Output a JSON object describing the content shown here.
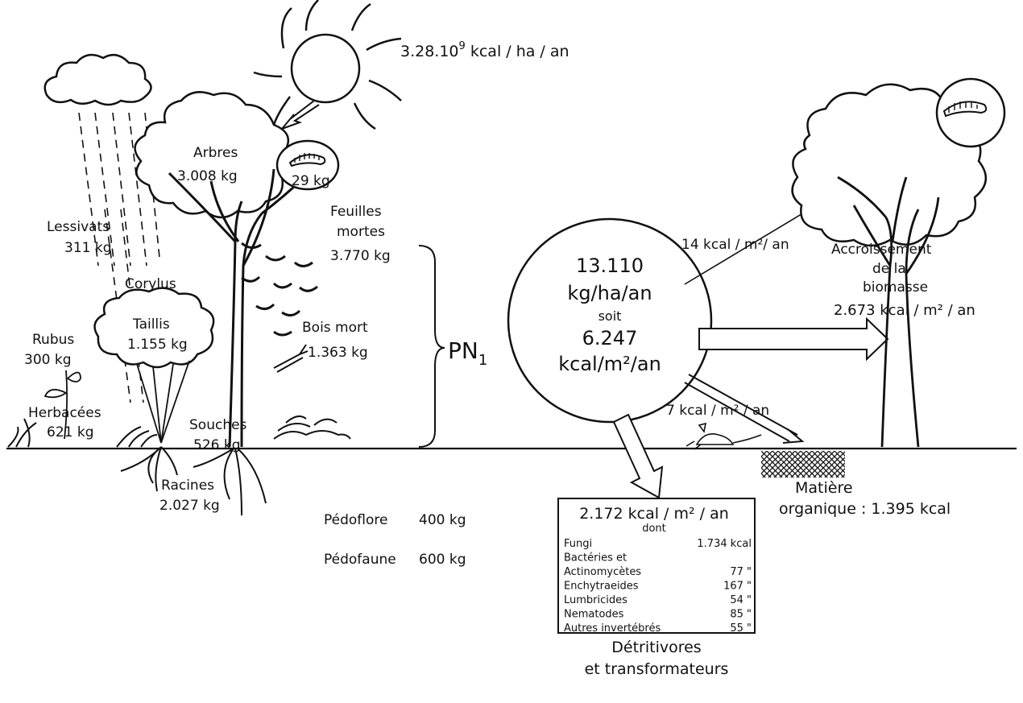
{
  "sun": {
    "energy": "3.28.10",
    "energy_exp": "9",
    "energy_unit": " kcal / ha / an"
  },
  "trees": {
    "label": "Arbres",
    "value": "3.008  kg"
  },
  "caterpillar_left": {
    "value": "29 kg"
  },
  "leaching": {
    "label": "Lessivats",
    "value": "311 kg"
  },
  "dead_leaves": {
    "label_1": "Feuilles",
    "label_2": "mortes",
    "value": "3.770  kg"
  },
  "corylus": {
    "label": "Corylus"
  },
  "coppice": {
    "label": "Taillis",
    "value": "1.155  kg"
  },
  "rubus": {
    "label": "Rubus",
    "value": "300 kg"
  },
  "herbaceous": {
    "label": "Herbacées",
    "value": "621 kg"
  },
  "dead_wood": {
    "label": "Bois mort",
    "value": "1.363  kg"
  },
  "stumps": {
    "label": "Souches",
    "value": "526 kg"
  },
  "roots": {
    "label": "Racines",
    "value": "2.027  kg"
  },
  "pedoflora": {
    "label": "Pédoflore",
    "value": "400 kg"
  },
  "pedofauna": {
    "label": "Pédofaune",
    "value": "600 kg"
  },
  "pn": {
    "label": "PN",
    "sub": "1"
  },
  "production": {
    "line_1": "13.110",
    "line_2": "kg/ha/an",
    "line_3": "soit",
    "line_4": "6.247",
    "line_5": "kcal/m²/an"
  },
  "flow_herbivores": {
    "text": "14 kcal / m²/ an"
  },
  "flow_mammals": {
    "text": "7 kcal / m² / an"
  },
  "growth": {
    "line_1": "Accroissement",
    "line_2": "de  la",
    "line_3": "biomasse",
    "line_4": "2.673  kcal / m² / an"
  },
  "organic_matter": {
    "line_1": "Matière",
    "line_2": "organique : 1.395  kcal"
  },
  "decomposers": {
    "header": "2.172  kcal / m² / an",
    "dont": "dont",
    "rows": [
      {
        "name": "Fungi",
        "value": "1.734 kcal"
      },
      {
        "name": "Bactéries   et",
        "value": ""
      },
      {
        "name": "   Actinomycètes",
        "value": "77   \""
      },
      {
        "name": "Enchytraeides",
        "value": "167   \""
      },
      {
        "name": "Lumbricides",
        "value": "54   \""
      },
      {
        "name": "Nematodes",
        "value": "85   \""
      },
      {
        "name": "Autres invertébrés",
        "value": "55   \""
      }
    ],
    "caption_1": "Détritivores",
    "caption_2": "et    transformateurs"
  },
  "colors": {
    "ink": "#111111",
    "background": "#ffffff"
  }
}
